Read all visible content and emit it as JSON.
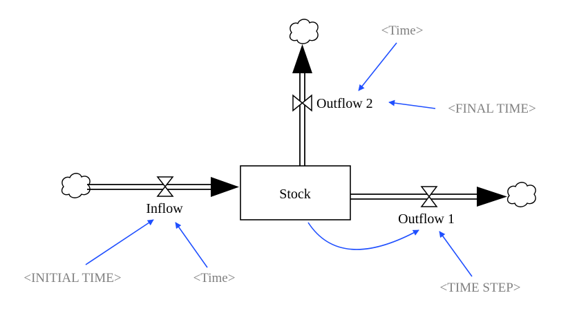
{
  "diagram": {
    "stock": {
      "label": "Stock"
    },
    "flows": {
      "inflow": "Inflow",
      "outflow1": "Outflow 1",
      "outflow2": "Outflow 2"
    },
    "shadow_variables": {
      "time_top": "<Time>",
      "final_time": "<FINAL TIME>",
      "initial_time": "<INITIAL TIME>",
      "time_bottom": "<Time>",
      "time_step": "<TIME STEP>"
    },
    "colors": {
      "line": "#000000",
      "arrow": "#1f4fff",
      "shadow_text": "#808080",
      "background": "#ffffff"
    }
  }
}
